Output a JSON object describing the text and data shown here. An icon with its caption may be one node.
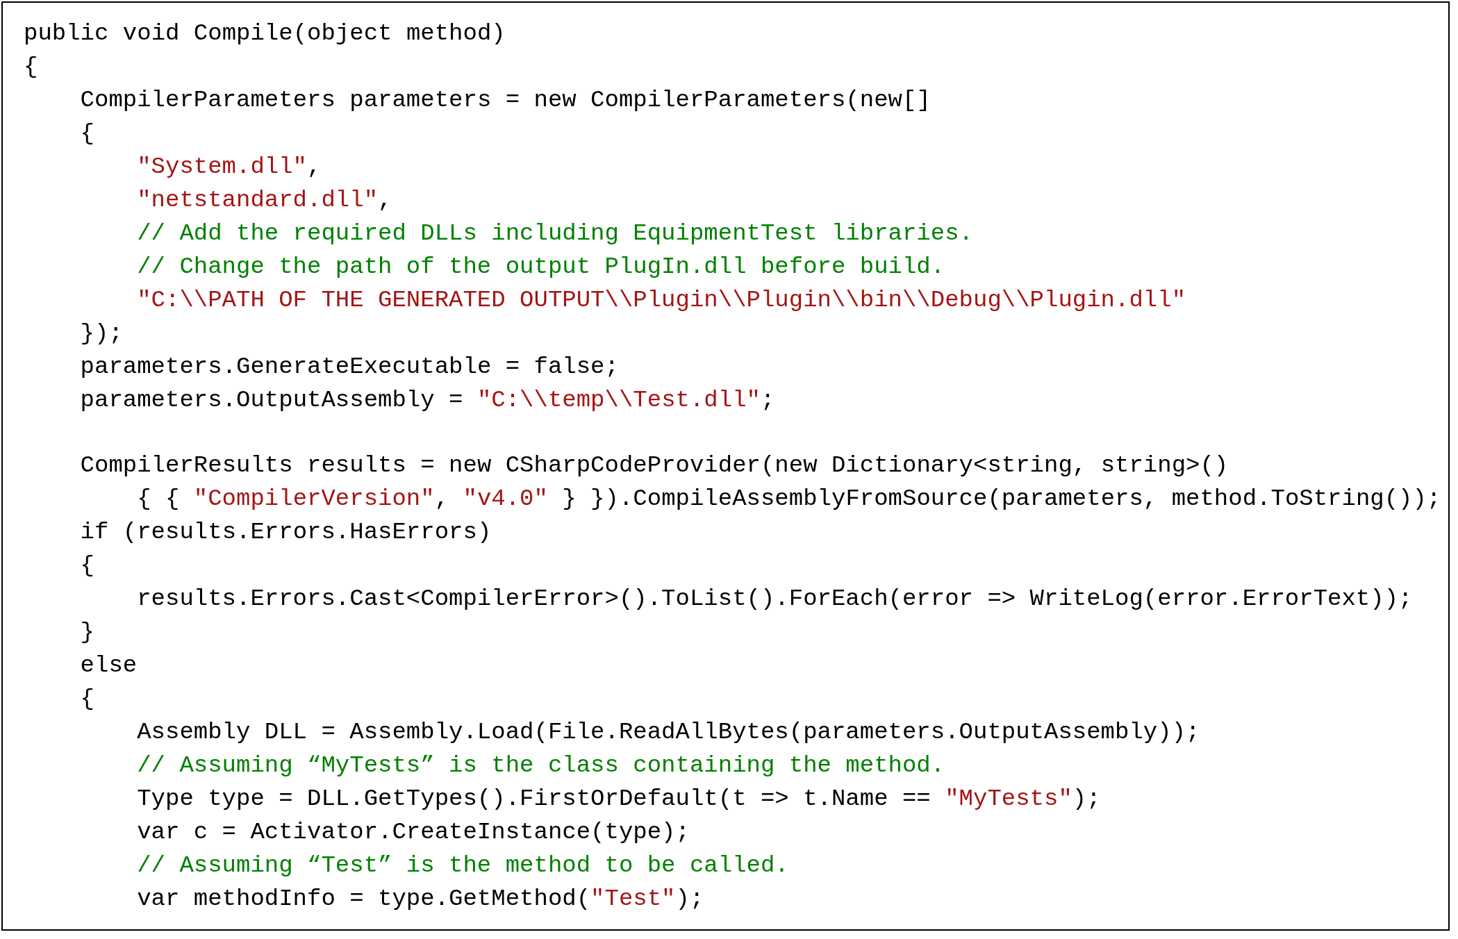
{
  "diagram": {
    "labels": [
      "public void Compile(object method)",
      "{",
      "CompilerParameters parameters = new CompilerParameters(new[]",
      "{",
      "\"System.dll\",",
      "\"netstandard.dll\",",
      "// Add the required DLLs including EquipmentTest libraries.",
      "// Change the path of the output PlugIn.dll before build.",
      "\"C:\\\\PATH OF THE GENERATED OUTPUT\\\\Plugin\\\\Plugin\\\\bin\\\\Debug\\\\Plugin.dll\"",
      "});",
      "parameters.GenerateExecutable = false;",
      "parameters.OutputAssembly = \"C:\\\\temp\\\\Test.dll\";",
      "CompilerResults results = new CSharpCodeProvider(new Dictionary<string, string>()",
      "{ { \"CompilerVersion\", \"v4.0\" } }).CompileAssemblyFromSource(parameters, method.ToString());",
      "if (results.Errors.HasErrors)",
      "{",
      "results.Errors.Cast<CompilerError>().ToList().ForEach(error => WriteLog(error.ErrorText));",
      "}",
      "else",
      "{",
      "Assembly DLL = Assembly.Load(File.ReadAllBytes(parameters.OutputAssembly));",
      "// Assuming “MyTests” is the class containing the method.",
      "Type type = DLL.GetTypes().FirstOrDefault(t => t.Name == \"MyTests\");",
      "var c = Activator.CreateInstance(type);",
      "// Assuming “Test” is the method to be called.",
      "var methodInfo = type.GetMethod(\"Test\");"
    ]
  }
}
